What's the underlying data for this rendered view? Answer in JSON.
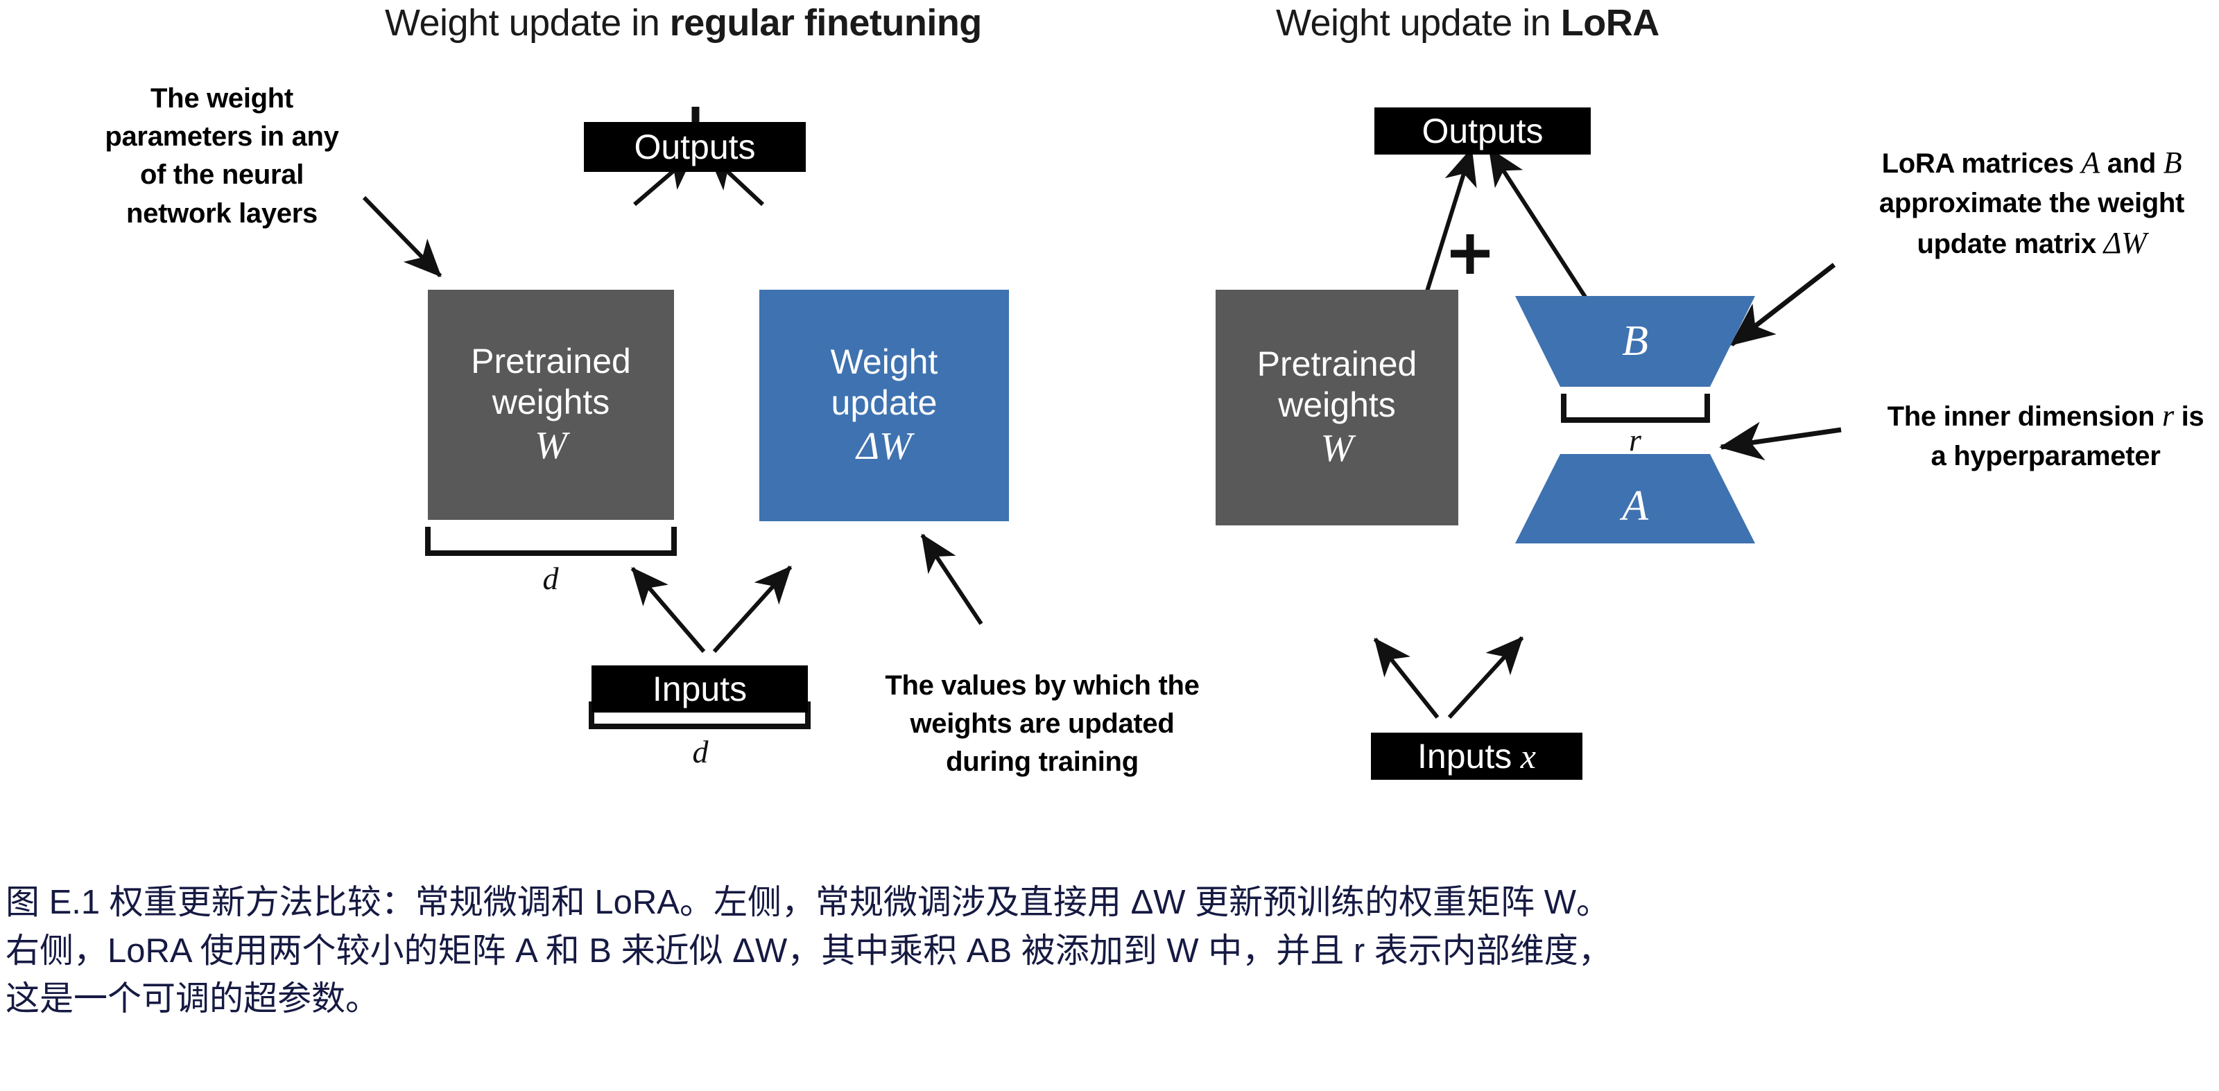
{
  "figure": {
    "left_panel": {
      "title_prefix": "Weight update in ",
      "title_emphasis": "regular finetuning",
      "annotation_weight_params": "The weight\nparameters in any\nof the neural\nnetwork layers",
      "annotation_values": "The values by which the\nweights are updated\nduring training",
      "outputs_label": "Outputs",
      "inputs_label": "Inputs",
      "pretrained_line1": "Pretrained",
      "pretrained_line2": "weights",
      "pretrained_symbol": "W",
      "update_line1": "Weight",
      "update_line2": "update",
      "update_symbol": "ΔW",
      "plus_symbol": "+",
      "dim_under_weights": "d",
      "dim_under_inputs": "d"
    },
    "right_panel": {
      "title_prefix": "Weight update in ",
      "title_emphasis": "LoRA",
      "annotation_lora_matrices_l1": "LoRA matrices A and B",
      "annotation_lora_matrices_l2": "approximate the weight",
      "annotation_lora_matrices_l3": "update matrix ΔW",
      "annotation_inner_dim_l1": "The inner dimension r is",
      "annotation_inner_dim_l2": "a hyperparameter",
      "outputs_label": "Outputs",
      "inputs_label": "Inputs",
      "inputs_symbol": "x",
      "pretrained_line1": "Pretrained",
      "pretrained_line2": "weights",
      "pretrained_symbol": "W",
      "matrix_b_label": "B",
      "matrix_a_label": "A",
      "plus_symbol": "+",
      "dim_r": "r"
    },
    "caption": {
      "line1": "图 E.1 权重更新方法比较：常规微调和 LoRA。左侧，常规微调涉及直接用 ΔW 更新预训练的权重矩阵 W。",
      "line2": "右侧，LoRA 使用两个较小的矩阵 A 和 B 来近似 ΔW，其中乘积 AB 被添加到 W 中，并且 r 表示内部维度，",
      "line3": "这是一个可调的超参数。"
    }
  },
  "colors": {
    "gray_box": "#595959",
    "blue_box": "#3f72b0",
    "black_box": "#000000",
    "caption_text": "#161a42",
    "background": "#ffffff"
  }
}
